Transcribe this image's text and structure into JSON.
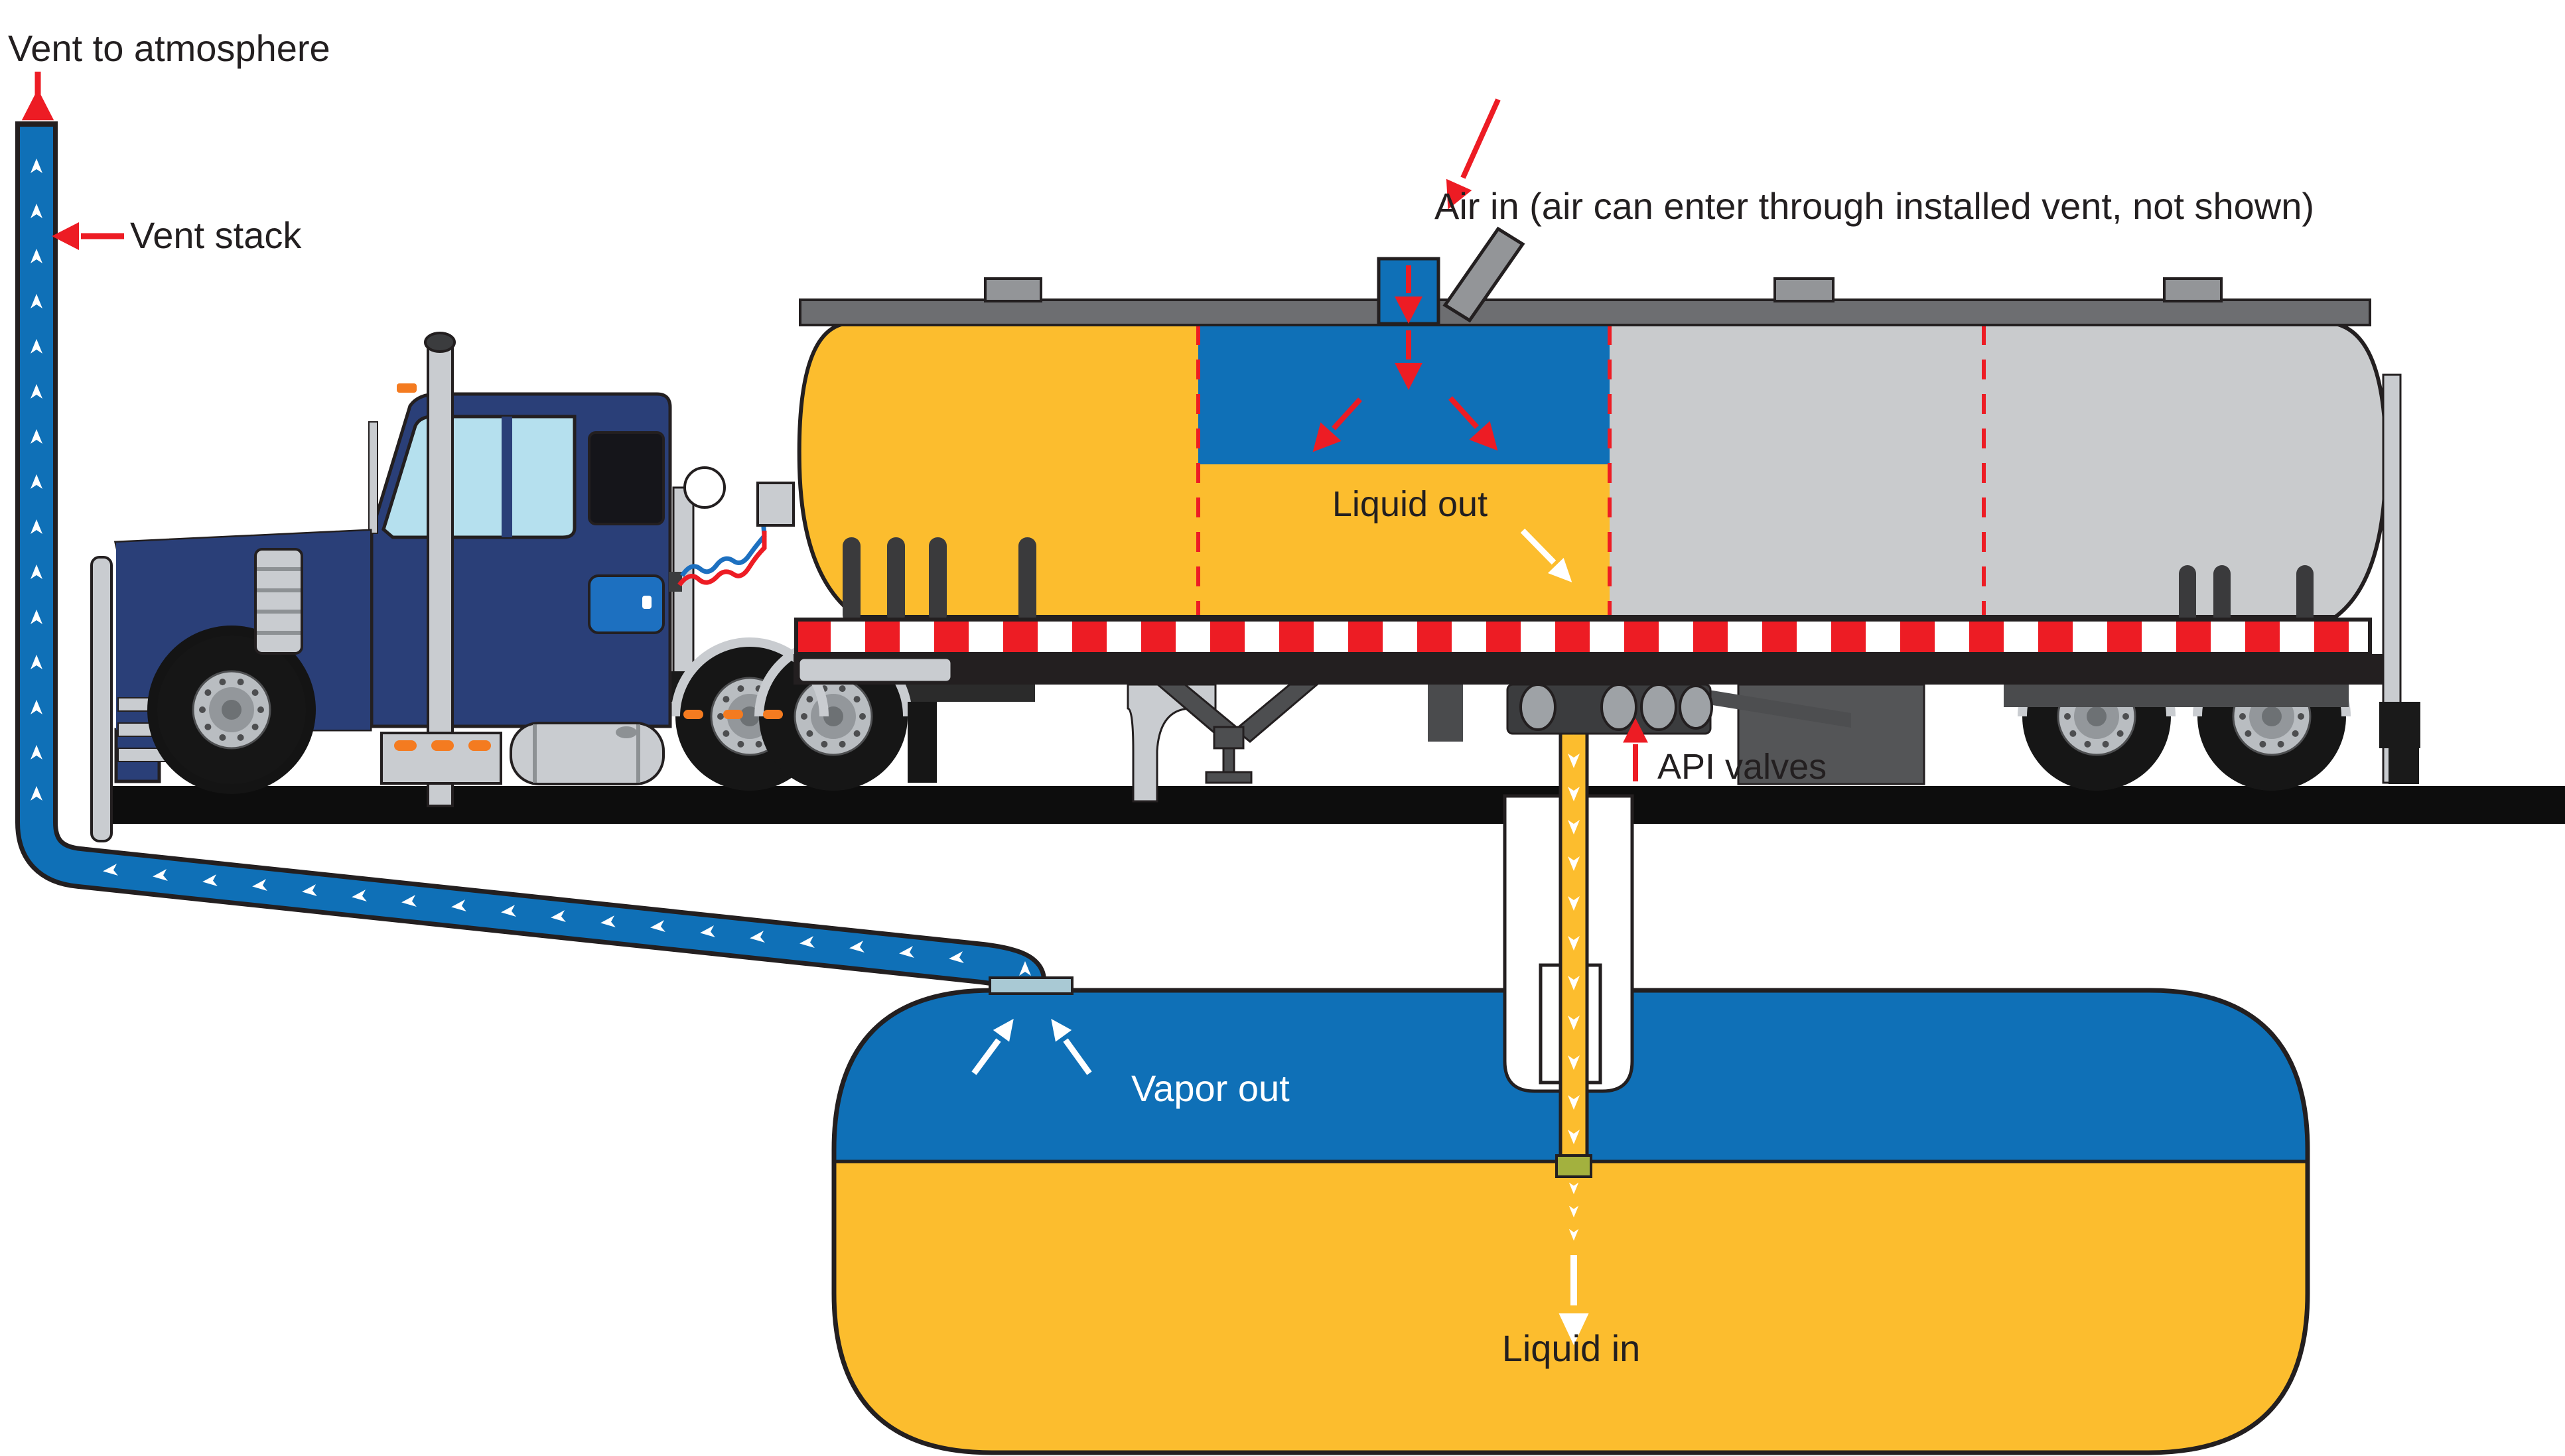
{
  "diagram": {
    "description": "Cargo tank truck unloading: liquid drains through API valves to underground storage tank while vapor returns through vent stack to atmosphere",
    "labels": {
      "vent_to_atmosphere": {
        "text": "Vent to atmosphere"
      },
      "vent_stack": {
        "text": "Vent stack"
      },
      "air_in": {
        "text": "Air in (air can enter through installed vent, not shown)"
      },
      "liquid_out": {
        "text": "Liquid out"
      },
      "api_valves": {
        "text": "API valves"
      },
      "vapor_out": {
        "text": "Vapor out"
      },
      "liquid_in": {
        "text": "Liquid in"
      }
    },
    "palette": {
      "vapor_blue": "#0f70b7",
      "liquid_yellow": "#fcbd2e",
      "empty_gray": "#c9cbcd",
      "truck_navy": "#2a3f78",
      "accent_red": "#ed1c24",
      "marker_orange": "#f47b20",
      "chrome": "#c9ccd0",
      "dark_gray": "#4d4e50",
      "walkway_gray": "#6d6e71",
      "fitting_green": "#a3b13e",
      "fitting_plate": "#a9c9d4",
      "outline": "#231f20"
    }
  }
}
